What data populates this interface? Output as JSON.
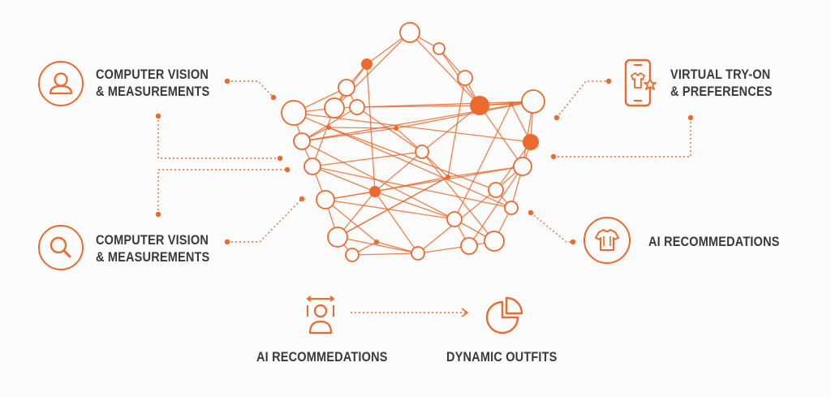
{
  "colors": {
    "accent": "#ec6a2e",
    "text": "#3a3a3a",
    "background": "#fcfcfc"
  },
  "labels": {
    "top_left": {
      "line1": "COMPUTER VISION",
      "line2": "& MEASUREMENTS"
    },
    "bottom_left": {
      "line1": "COMPUTER VISION",
      "line2": "& MEASUREMENTS"
    },
    "top_right": {
      "line1": "VIRTUAL TRY-ON",
      "line2": "& PREFERENCES"
    },
    "bottom_right": {
      "line1": "AI RECOMMEDATIONS"
    },
    "bottom_center_left": {
      "line1": "AI RECOMMEDATIONS"
    },
    "bottom_center_right": {
      "line1": "DYNAMIC OUTFITS"
    }
  },
  "icons": {
    "top_left": "user-icon",
    "bottom_left": "search-icon",
    "top_right": "smartphone-shirt-icon",
    "bottom_right": "tshirt-icon",
    "bottom_center_left": "body-measure-icon",
    "bottom_center_right": "pie-chart-icon",
    "center": "network-graph"
  }
}
